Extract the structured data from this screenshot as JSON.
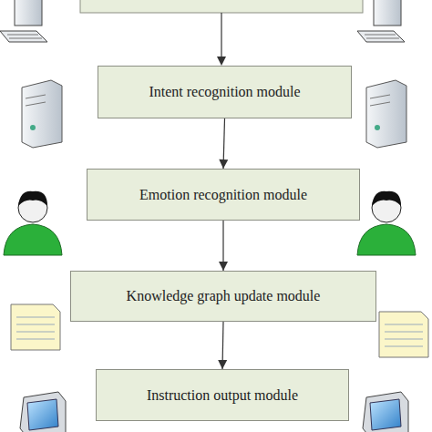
{
  "diagram": {
    "nodes": [
      {
        "text": [
          "Intent recognition module"
        ]
      },
      {
        "text": [
          "Emotion recognition module"
        ]
      },
      {
        "text": [
          "Knowledge graph update module"
        ]
      },
      {
        "text": [
          "Instruction output module"
        ]
      }
    ],
    "edges": [
      {
        "from": 0,
        "to": 1,
        "arrow": "to"
      },
      {
        "from": 1,
        "to": 2,
        "arrow": "to"
      },
      {
        "from": 2,
        "to": 3,
        "arrow": "to"
      }
    ]
  }
}
